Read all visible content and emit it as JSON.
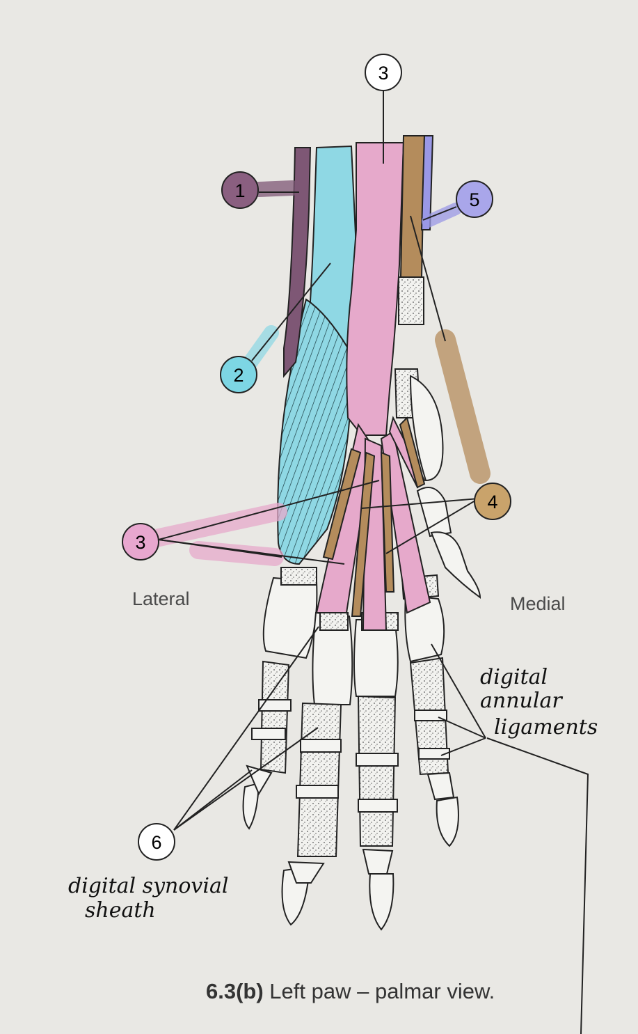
{
  "callouts": [
    {
      "id": "c3top",
      "number": "3",
      "color": "#ffffff"
    },
    {
      "id": "c1",
      "number": "1",
      "color": "#8a5f80"
    },
    {
      "id": "c5",
      "number": "5",
      "color": "#a9a6ea"
    },
    {
      "id": "c2",
      "number": "2",
      "color": "#7dd6e4"
    },
    {
      "id": "c4",
      "number": "4",
      "color": "#c9a36b"
    },
    {
      "id": "c3side",
      "number": "3",
      "color": "#e8a7cf"
    },
    {
      "id": "c6",
      "number": "6",
      "color": "#ffffff"
    }
  ],
  "labels": {
    "lateral": "Lateral",
    "medial": "Medial"
  },
  "handwritten": {
    "annular_line1": "digital",
    "annular_line2": "annular",
    "annular_line3": "ligaments",
    "sheath_line1": "digital synovial",
    "sheath_line2": "sheath"
  },
  "caption": {
    "number": "6.3(b)",
    "text": " Left paw – palmar view."
  },
  "colors": {
    "muscle_1": "#7e5775",
    "muscle_2": "#8fd8e4",
    "muscle_3": "#e6a9cb",
    "muscle_4": "#b48c5c",
    "muscle_5": "#9a98e6"
  }
}
